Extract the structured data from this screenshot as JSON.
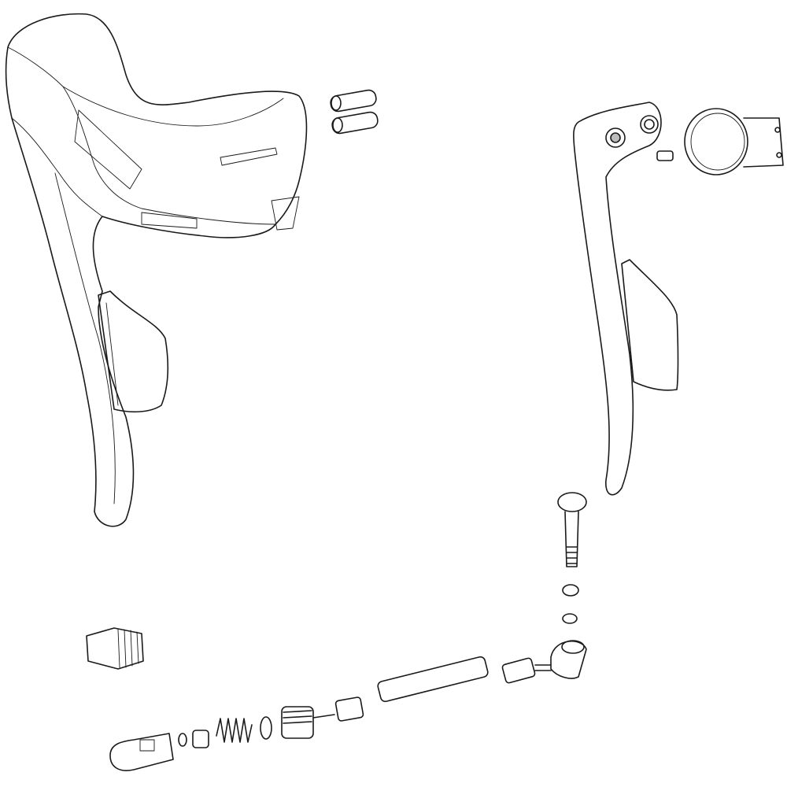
{
  "diagram": {
    "type": "exploded-parts-drawing",
    "line_color": "#1a1a1a",
    "background": "#ffffff",
    "parts": [
      "shift-brake-lever-body",
      "pivot-pins",
      "brake-lever-blade",
      "clamp-band",
      "pivot-bolt",
      "washer",
      "o-ring",
      "banjo-fitting",
      "compression-nut",
      "hose",
      "hose-barb",
      "reservoir-cap",
      "spring",
      "piston",
      "bleed-port"
    ]
  }
}
